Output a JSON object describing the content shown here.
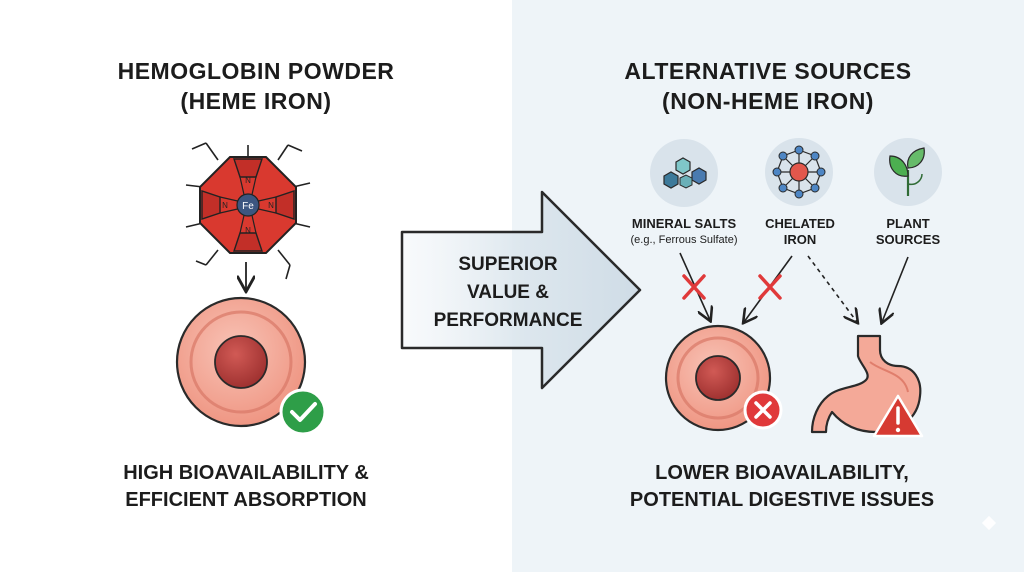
{
  "left": {
    "title_line1": "HEMOGLOBIN POWDER",
    "title_line2": "(HEME IRON)",
    "heme_label": "Fe",
    "caption_line1": "HIGH BIOAVAILABILITY &",
    "caption_line2": "EFFICIENT ABSORPTION"
  },
  "arrow": {
    "line1": "SUPERIOR",
    "line2": "VALUE &",
    "line3": "PERFORMANCE"
  },
  "right": {
    "title_line1": "ALTERNATIVE SOURCES",
    "title_line2": "(NON-HEME IRON)",
    "sources": [
      {
        "label": "MINERAL SALTS",
        "sub": "(e.g., Ferrous Sulfate)",
        "icon": "hexagon-crystals-icon"
      },
      {
        "label_line1": "CHELATED",
        "label_line2": "IRON",
        "icon": "molecule-network-icon"
      },
      {
        "label_line1": "PLANT",
        "label_line2": "SOURCES",
        "icon": "leaf-sprout-icon"
      }
    ],
    "caption_line1": "LOWER BIOAVAILABILITY,",
    "caption_line2": "POTENTIAL DIGESTIVE ISSUES"
  },
  "colors": {
    "heme_red": "#d9392f",
    "cell_pink": "#f4a998",
    "nucleus": "#b8423f",
    "check_green": "#2e9e48",
    "cross_red": "#e0393a",
    "warning_red": "#d63a32",
    "arrow_fill": "#dfe8ef"
  }
}
